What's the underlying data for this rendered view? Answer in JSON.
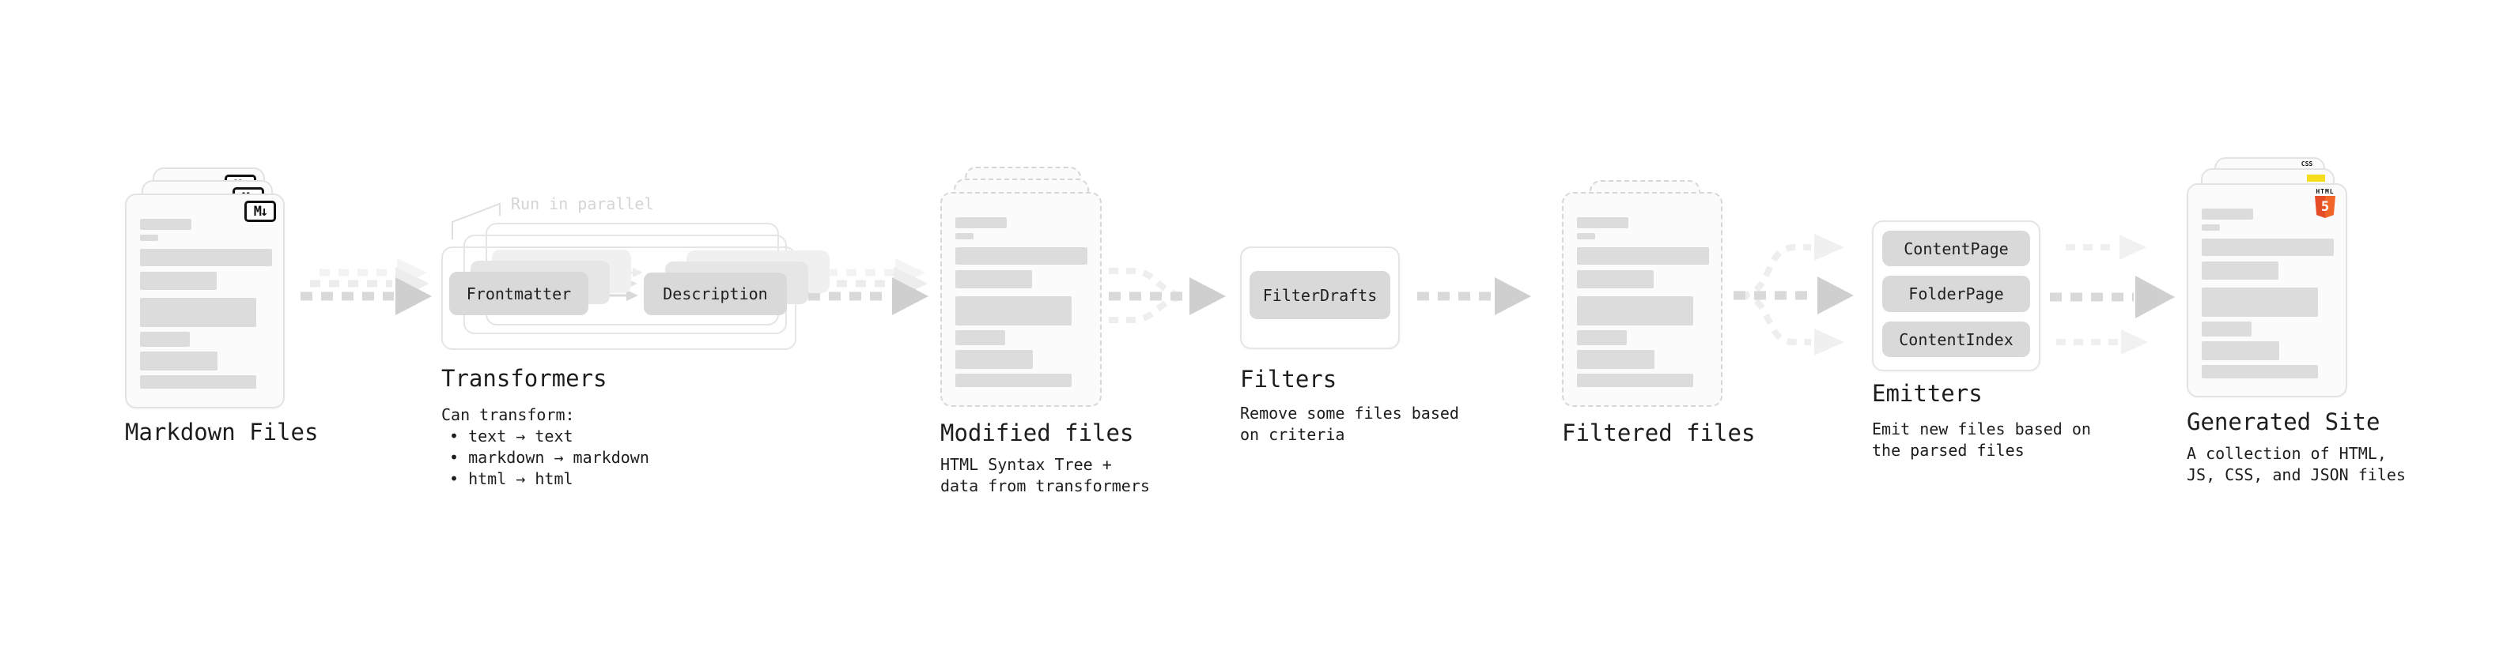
{
  "diagram": {
    "markdown_files": {
      "label": "Markdown Files",
      "badge": "M↓"
    },
    "transformers": {
      "label": "Transformers",
      "callout": "Run in parallel",
      "boxes": [
        "Frontmatter",
        "Description"
      ],
      "caption_heading": "Can transform:",
      "bullets": [
        "• text → text",
        "• markdown → markdown",
        "• html → html"
      ]
    },
    "modified_files": {
      "label": "Modified files",
      "caption": "HTML Syntax Tree +\ndata from transformers"
    },
    "filters": {
      "label": "Filters",
      "boxes": [
        "FilterDrafts"
      ],
      "caption": "Remove some files based\non criteria"
    },
    "filtered_files": {
      "label": "Filtered files"
    },
    "emitters": {
      "label": "Emitters",
      "boxes": [
        "ContentPage",
        "FolderPage",
        "ContentIndex"
      ],
      "caption": "Emit new files based on\nthe parsed files"
    },
    "generated_site": {
      "label": "Generated Site",
      "caption": "A collection of HTML,\nJS, CSS, and JSON files",
      "css_badge": "CSS",
      "html_logo": {
        "word": "HTML",
        "number": "5"
      }
    }
  },
  "colors": {
    "html5_orange": "#e44d26",
    "js_yellow": "#f5de19",
    "css_blue": "#2862e9",
    "pill_gray": "#d9d9d9",
    "arrow_gray": "#d9d9d9"
  }
}
